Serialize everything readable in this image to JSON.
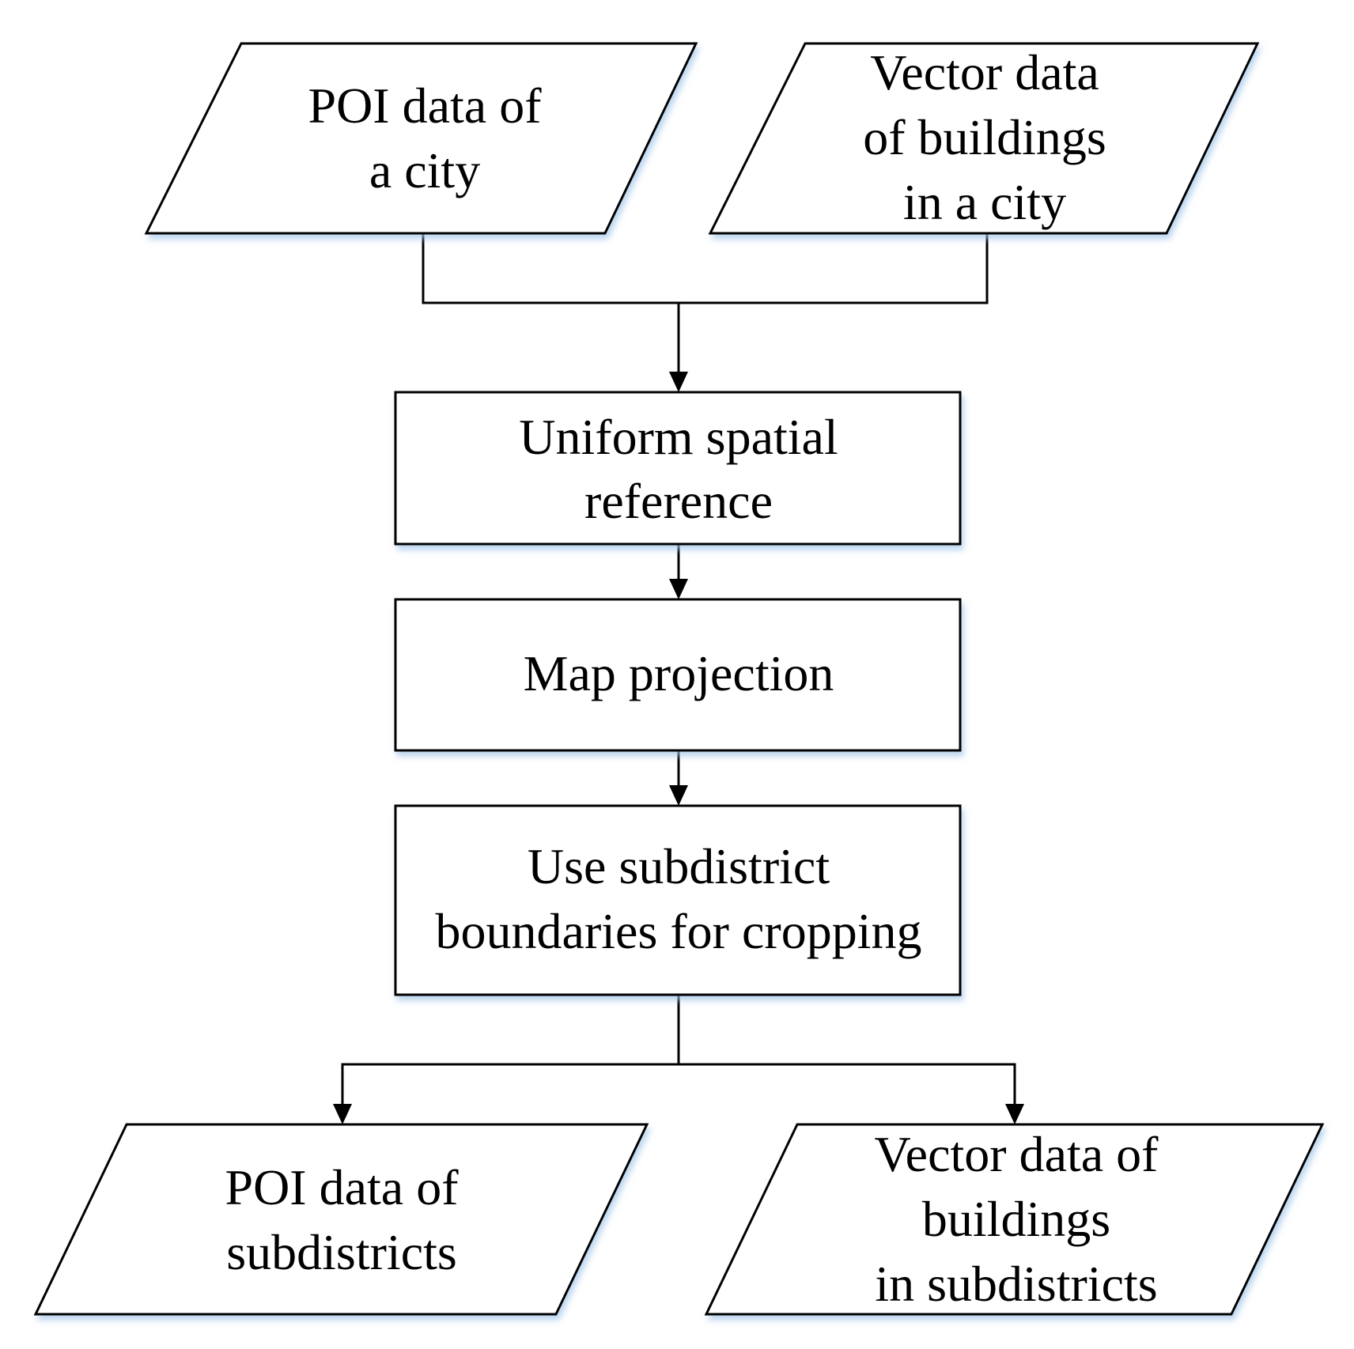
{
  "nodes": {
    "poi_city": {
      "lines": [
        "POI data of",
        "a city"
      ]
    },
    "vector_city": {
      "lines": [
        "Vector data",
        "of buildings",
        "in a city"
      ]
    },
    "uniform_reference": {
      "lines": [
        "Uniform spatial",
        "reference"
      ]
    },
    "map_projection": {
      "lines": [
        "Map projection"
      ]
    },
    "crop_subdistrict": {
      "lines": [
        "Use subdistrict",
        "boundaries for cropping"
      ]
    },
    "poi_subdistricts": {
      "lines": [
        "POI data of",
        "subdistricts"
      ]
    },
    "vector_subdistricts": {
      "lines": [
        "Vector data of",
        "buildings",
        "in subdistricts"
      ]
    }
  }
}
